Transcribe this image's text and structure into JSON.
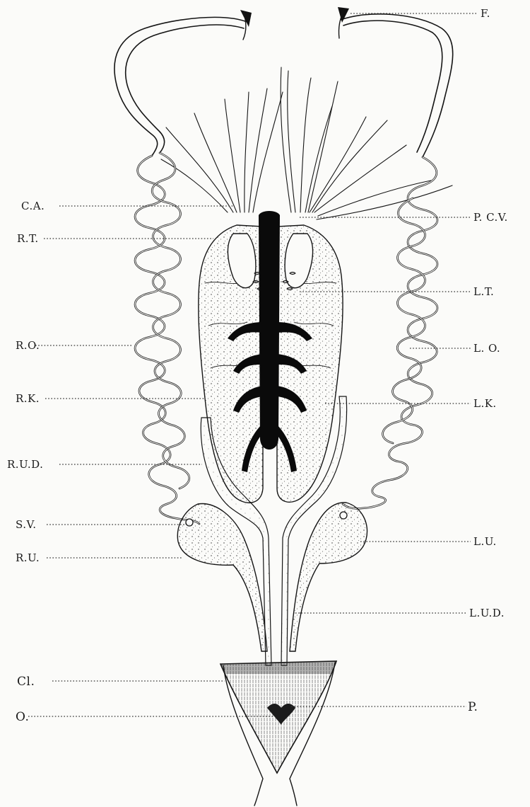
{
  "labels": {
    "F": "F.",
    "CA": "C.A.",
    "PCV": "P. C.V.",
    "RT": "R.T.",
    "LT": "L.T.",
    "RO": "R.O.",
    "LO": "L. O.",
    "RK": "R.K.",
    "LK": "L.K.",
    "RUD": "R.U.D.",
    "SV": "S.V.",
    "LU": "L.U.",
    "RU": "R.U.",
    "LUD": "L.U.D.",
    "Cl": "Cl.",
    "O": "O.",
    "P": "P."
  },
  "colors": {
    "ink": "#151515",
    "paper": "#fbfbf9",
    "vein": "#0a0a0a"
  }
}
